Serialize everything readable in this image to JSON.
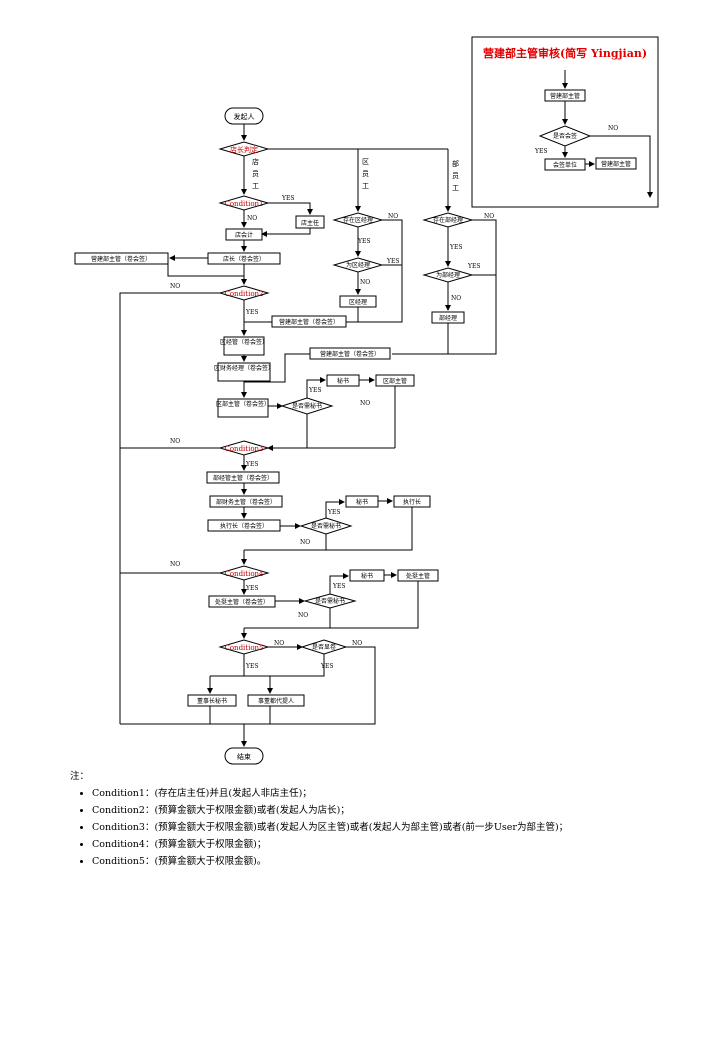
{
  "inset": {
    "title": "营建部主管审核(简写 Yingjian)",
    "head_box": "营建部主管",
    "decision": "是否会签",
    "yes": "YES",
    "no": "NO",
    "sign_unit": "会签单位",
    "approver": "营建部主管"
  },
  "flow": {
    "start": "发起人",
    "store_decision": "店长判定",
    "col_store": [
      "店",
      "员",
      "工"
    ],
    "col_district": [
      "区",
      "员",
      "工"
    ],
    "col_dept": [
      "部",
      "员",
      "工"
    ],
    "condition1": "Condition1",
    "store_mgr": "店主任",
    "store_acct": "店会计",
    "store_head": "店长（卷会签）",
    "yingjian_left": "营建部主管（卷会签）",
    "has_district_mgr": "存在区经理",
    "is_district_mgr": "为区经理",
    "district_mgr": "区经理",
    "has_dept_mgr": "存在部经理",
    "is_dept_mgr": "为部经理",
    "dept_mgr": "部经理",
    "condition2": "Condition2",
    "yingjian_mid": "营建部主管（卷会签）",
    "yingjian_right": "营建部主管（卷会签）",
    "district_supervisor": "区经管（卷会签）",
    "district_finance": "区财务经理（卷会签）",
    "district_head": "区部主管（卷会签）",
    "need_secretary": "是否需秘书",
    "secretary": "秘书",
    "district_dept_head": "区部主管",
    "condition3": "Condition3",
    "dept_supervisor": "部经管主管（卷会签）",
    "dept_finance": "部财务主管（卷会签）",
    "executive": "执行长（卷会签）",
    "executive_box": "执行长",
    "condition4": "Condition4",
    "president_head": "处挺主管（卷会签）",
    "president_box": "处挺主管",
    "condition5": "Condition5",
    "need_agent": "是否显卷",
    "chairman_secretary": "董事长秘书",
    "board_agent": "事董都代提人",
    "end": "结束",
    "yes": "YES",
    "no": "NO"
  },
  "notes": {
    "header": "注：",
    "items": [
      "Condition1：(存在店主任)并且(发起人非店主任)；",
      "Condition2：(预算金额大于权限金额)或者(发起人为店长)；",
      "Condition3：(预算金额大于权限金额)或者(发起人为区主管)或者(发起人为部主管)或者(前一步User为部主管)；",
      "Condition4：(预算金额大于权限金额)；",
      "Condition5：(预算金额大于权限金额)。"
    ]
  }
}
